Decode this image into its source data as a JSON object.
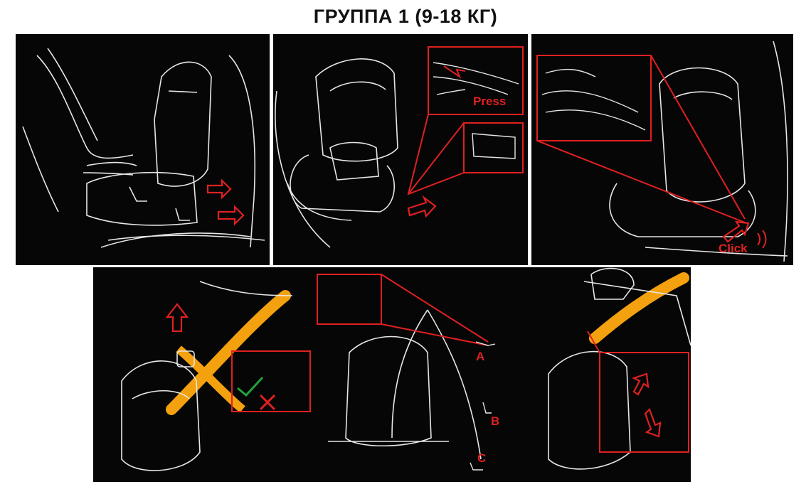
{
  "title": "ГРУППА 1 (9-18 КГ)",
  "labels": {
    "press": "Press",
    "click": "Click",
    "point_a": "A",
    "point_b": "B",
    "point_c": "C"
  },
  "icons": [
    "arrow-icon",
    "check-mark-icon",
    "cross-mark-icon",
    "click-signal-icon"
  ],
  "colors": {
    "background": "#060606",
    "line_art": "#e6e6e6",
    "accent_red": "#e02020",
    "belt_orange": "#f4a10f"
  }
}
